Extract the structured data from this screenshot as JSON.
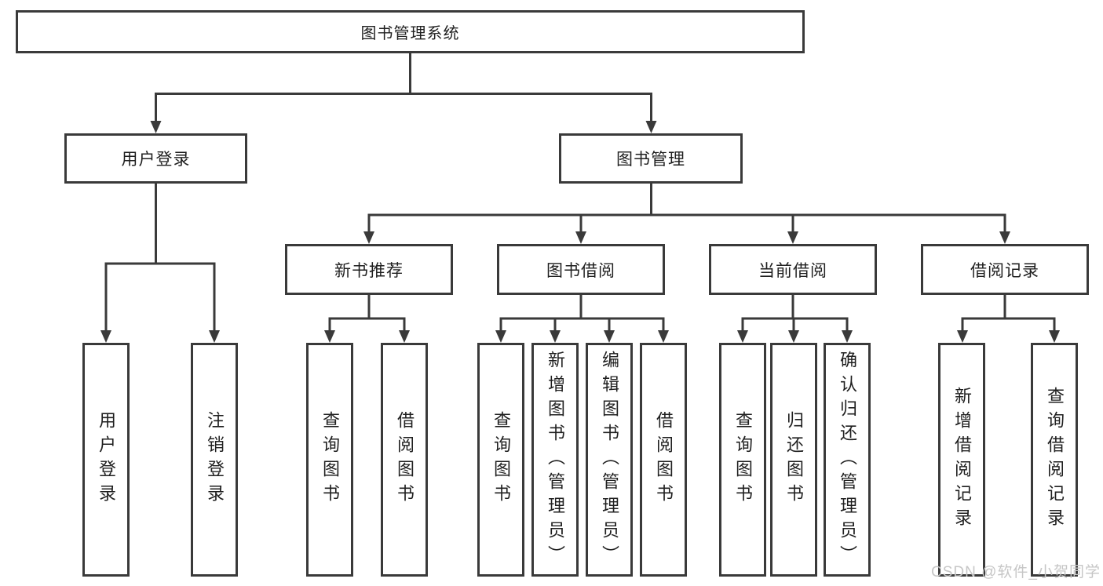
{
  "diagram": {
    "title": "图书管理系统",
    "level2": {
      "login": "用户登录",
      "books": "图书管理"
    },
    "level3": {
      "newbook": "新书推荐",
      "borrow": "图书借阅",
      "current": "当前借阅",
      "records": "借阅记录"
    },
    "leaves": {
      "login1": "用户登录",
      "login2": "注销登录",
      "newbook1": "查询图书",
      "newbook2": "借阅图书",
      "borrow1": "查询图书",
      "borrow2": "新增图书（管理员）",
      "borrow3": "编辑图书（管理员）",
      "borrow4": "借阅图书",
      "current1": "查询图书",
      "current2": "归还图书",
      "current3": "确认归还（管理员）",
      "records1": "新增借阅记录",
      "records2": "查询借阅记录"
    }
  },
  "watermark": "CSDN @软件_小贺同学",
  "colors": {
    "line": "#3a3a3a",
    "text": "#1f1f1f",
    "box_fill": "#ffffff",
    "watermark": "#c6c6c6"
  }
}
